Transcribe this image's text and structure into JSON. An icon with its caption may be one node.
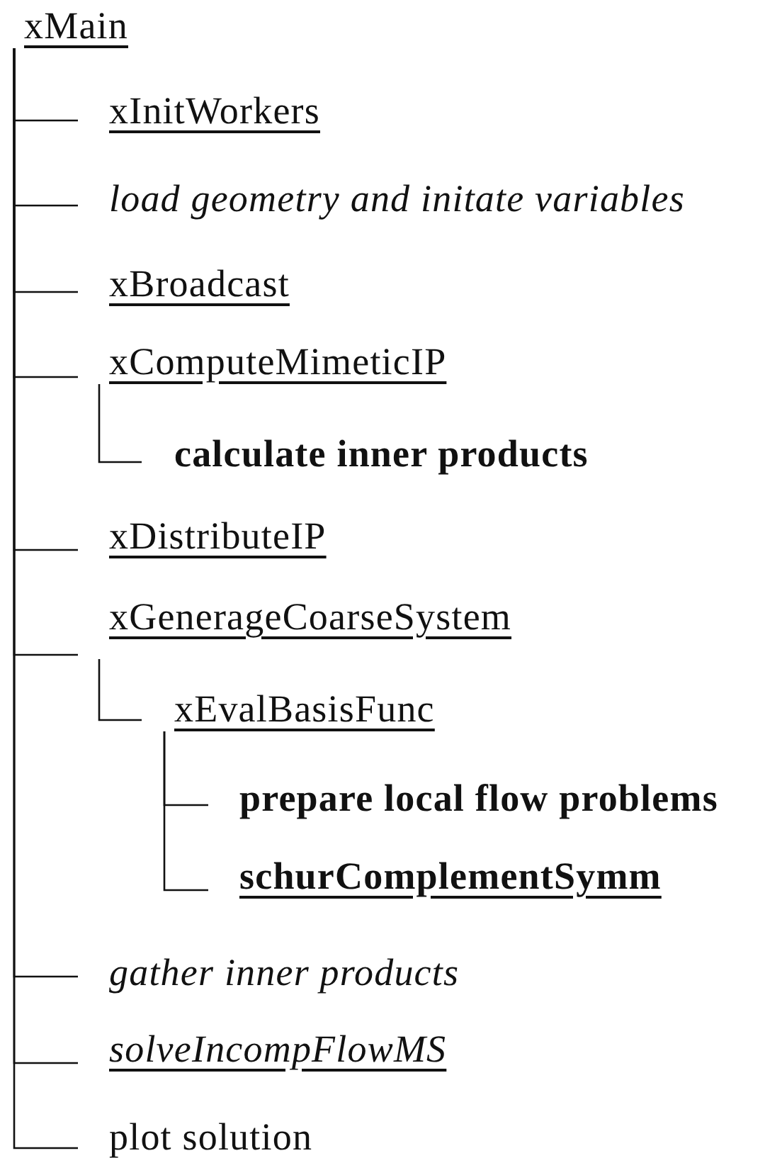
{
  "diagram": {
    "nodes": [
      {
        "text": [
          "xMain"
        ]
      },
      {
        "text": [
          "xInitWorkers"
        ]
      },
      {
        "text": [
          "load geometry and initate variables"
        ]
      },
      {
        "text": [
          "xBroadcast"
        ]
      },
      {
        "text": [
          "xComputeMimeticIP"
        ]
      },
      {
        "text": [
          "calculate inner products"
        ]
      },
      {
        "text": [
          "xDistributeIP"
        ]
      },
      {
        "text": [
          "xGenerageCoarseSystem"
        ]
      },
      {
        "text": [
          "xEvalBasisFunc"
        ]
      },
      {
        "text": [
          "prepare local flow problems"
        ]
      },
      {
        "text": [
          "schurComplementSymm"
        ]
      },
      {
        "text": [
          "gather inner products"
        ]
      },
      {
        "text": [
          "solveIncompFlowMS"
        ]
      },
      {
        "text": [
          "plot solution"
        ]
      }
    ],
    "edges": [
      {
        "from": 0,
        "to": 1,
        "arrow": "none"
      },
      {
        "from": 0,
        "to": 2,
        "arrow": "none"
      },
      {
        "from": 0,
        "to": 3,
        "arrow": "none"
      },
      {
        "from": 0,
        "to": 4,
        "arrow": "none"
      },
      {
        "from": 4,
        "to": 5,
        "arrow": "none"
      },
      {
        "from": 0,
        "to": 6,
        "arrow": "none"
      },
      {
        "from": 0,
        "to": 7,
        "arrow": "none"
      },
      {
        "from": 7,
        "to": 8,
        "arrow": "none"
      },
      {
        "from": 8,
        "to": 9,
        "arrow": "none"
      },
      {
        "from": 8,
        "to": 10,
        "arrow": "none"
      },
      {
        "from": 0,
        "to": 11,
        "arrow": "none"
      },
      {
        "from": 0,
        "to": 12,
        "arrow": "none"
      },
      {
        "from": 0,
        "to": 13,
        "arrow": "none"
      }
    ]
  }
}
